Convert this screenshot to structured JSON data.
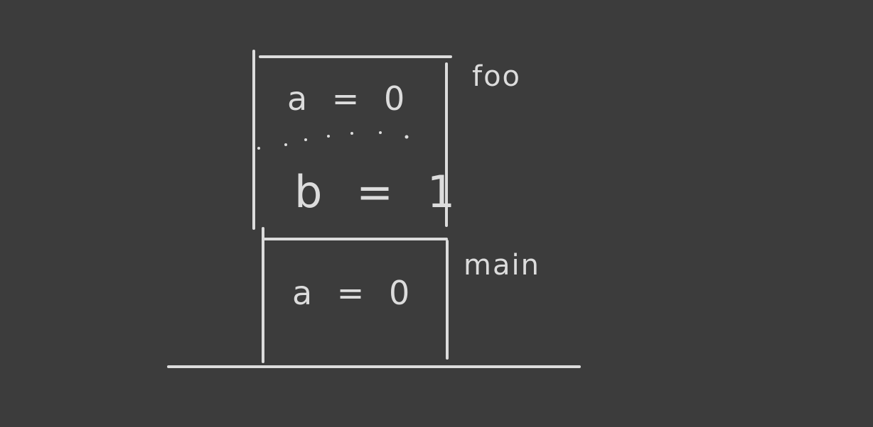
{
  "diagram": {
    "colors": {
      "background": "#3c3c3c",
      "ink": "#dcdcdc"
    },
    "frames": [
      {
        "label": "foo",
        "variables": [
          "a = 0",
          "b = 1"
        ]
      },
      {
        "label": "main",
        "variables": [
          "a = 0"
        ]
      }
    ]
  }
}
